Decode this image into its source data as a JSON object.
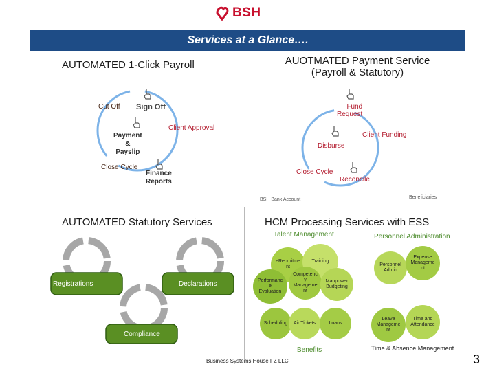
{
  "logo": {
    "text": "BSH"
  },
  "title_bar": "Services at a Glance….",
  "payroll": {
    "heading": "AUTOMATED 1-Click Payroll",
    "cut_off": "Cut Off",
    "sign_off": "Sign Off",
    "payment_payslip": "Payment\n&\nPayslip",
    "client_approval": "Client Approval",
    "close_cycle": "Close Cycle",
    "finance_reports": "Finance\nReports"
  },
  "payment": {
    "heading": "AUOTMATED Payment Service\n(Payroll & Statutory)",
    "fund_request": "Fund\nRequest",
    "client_funding": "Client Funding",
    "disburse": "Disburse",
    "close_cycle": "Close Cycle",
    "reconcile": "Reconcile",
    "bsh_bank_account": "BSH Bank Account",
    "beneficiaries": "Beneficiaries"
  },
  "statutory": {
    "heading": "AUTOMATED Statutory Services",
    "registrations": "Registrations",
    "declarations": "Declarations",
    "compliance": "Compliance"
  },
  "hcm": {
    "heading": "HCM Processing Services with ESS",
    "talent_management": "Talent Management",
    "personnel_administration": "Personnel Administration",
    "talent_circles": {
      "recruitment": "eRecruitme\nnt",
      "training": "Training",
      "performance": "Performanc\ne\nEvaluation",
      "competency": "Competenc\ny\nManageme\nnt",
      "manpower": "Manpower\nBudgeting",
      "scheduling": "Scheduling",
      "air_tickets": "Air Tickets",
      "loans": "Loans"
    },
    "personnel_circles": {
      "personnel_admin": "Personnel\nAdmin",
      "expense": "Expense\nManageme\nnt",
      "leave": "Leave\nManageme\nnt",
      "time_attendance": "Time and\nAttendance"
    },
    "benefits": "Benefits",
    "time_absence": "Time & Absence Management"
  },
  "footer": "Business Systems House FZ LLC",
  "page_number": "3",
  "colors": {
    "title_bar": "#1e4c86",
    "brand_red": "#c8102e",
    "green": "#5a8f23",
    "dark_green": "#2f5d12"
  }
}
